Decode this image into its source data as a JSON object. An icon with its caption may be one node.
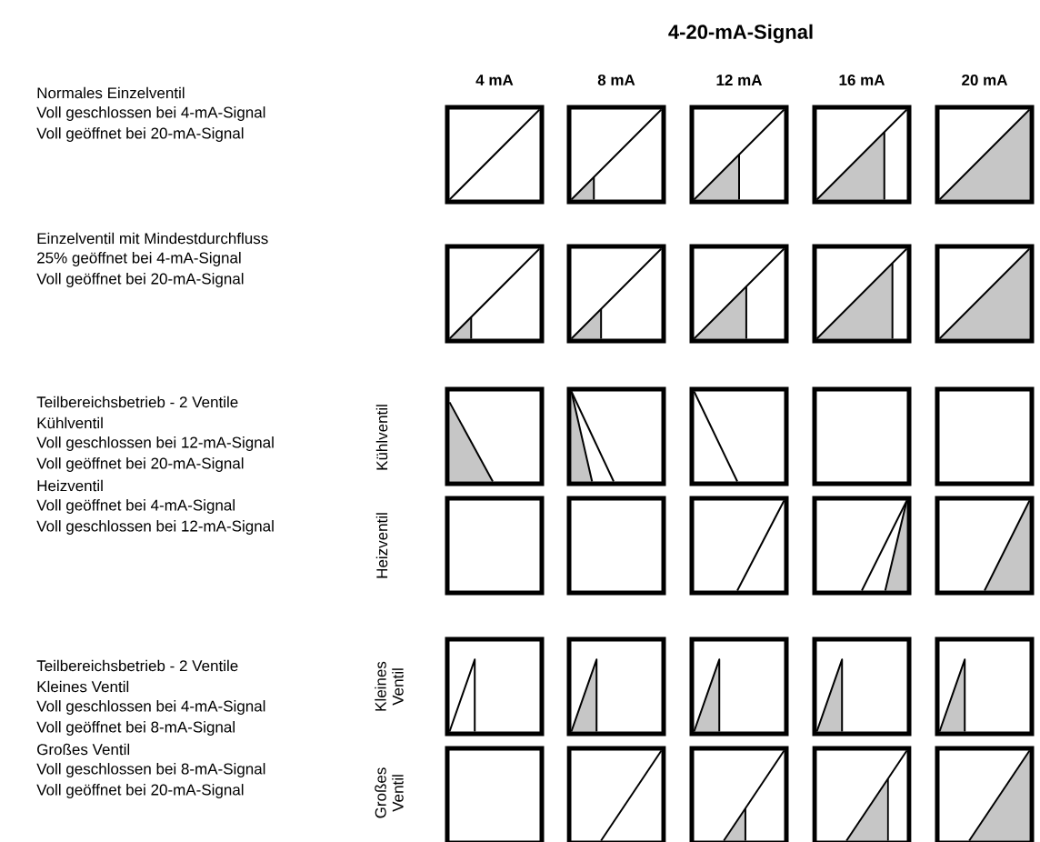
{
  "diagram": {
    "title": "4-20-mA-Signal",
    "labels": [
      "4 mA",
      "8 mA",
      "12 mA",
      "16 mA",
      "20 mA",
      "Normales Einzelventil",
      "Voll geschlossen bei 4-mA-Signal",
      "Voll geöffnet bei 20-mA-Signal",
      "Einzelventil mit Mindestdurchfluss",
      "25% geöffnet bei 4-mA-Signal",
      "Voll geöffnet bei 20-mA-Signal",
      "Teilbereichsbetrieb - 2 Ventile",
      "Kühlventil",
      "Voll geschlossen bei 12-mA-Signal",
      "Voll geöffnet bei 20-mA-Signal",
      "Heizventil",
      "Voll geöffnet bei 4-mA-Signal",
      "Voll geschlossen bei 12-mA-Signal",
      "Kühlventil",
      "Heizventil",
      "Teilbereichsbetrieb - 2 Ventile",
      "Kleines Ventil",
      "Voll geschlossen bei 4-mA-Signal",
      "Voll geöffnet bei 8-mA-Signal",
      "Großes Ventil",
      "Voll geschlossen bei 8-mA-Signal",
      "Voll geöffnet bei 20-mA-Signal",
      "Kleines Ventil",
      "Großes Ventil"
    ]
  }
}
